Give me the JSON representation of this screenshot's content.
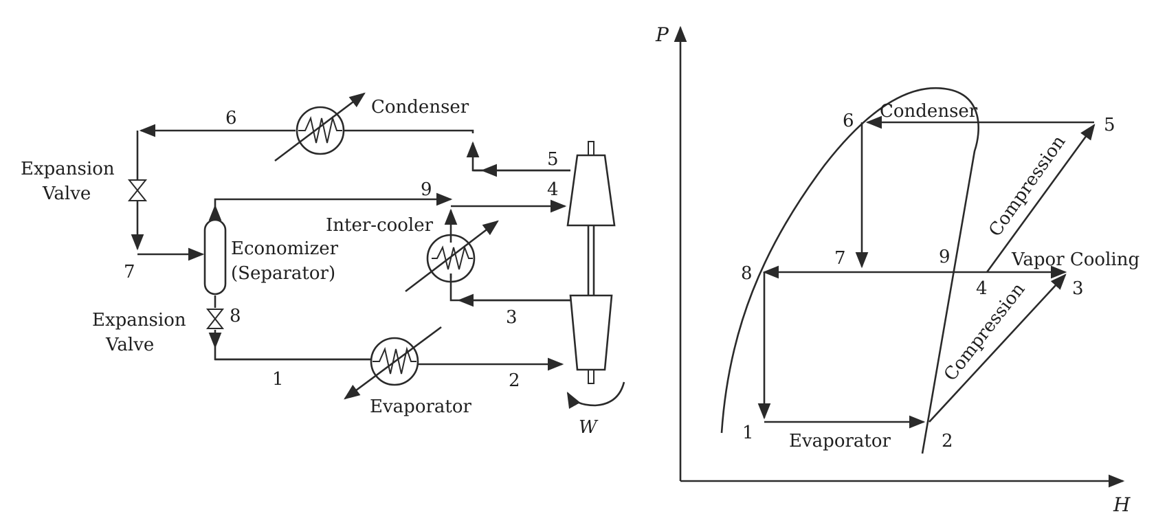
{
  "schematic": {
    "condenser": "Condenser",
    "expansion_valve_top_1": "Expansion",
    "expansion_valve_top_2": "Valve",
    "economizer_1": "Economizer",
    "economizer_2": "(Separator)",
    "inter_cooler": "Inter-cooler",
    "expansion_valve_bottom_1": "Expansion",
    "expansion_valve_bottom_2": "Valve",
    "evaporator": "Evaporator",
    "work": "W",
    "points": {
      "p1": "1",
      "p2": "2",
      "p3": "3",
      "p4": "4",
      "p5": "5",
      "p6": "6",
      "p7": "7",
      "p8": "8",
      "p9": "9"
    }
  },
  "ph_diagram": {
    "y_axis": "P",
    "x_axis": "H",
    "condenser": "Condenser",
    "evaporator": "Evaporator",
    "compression_upper": "Compression",
    "compression_lower": "Compression",
    "vapor_cooling": "Vapor Cooling",
    "points": {
      "p1": "1",
      "p2": "2",
      "p3": "3",
      "p4": "4",
      "p5": "5",
      "p6": "6",
      "p7": "7",
      "p8": "8",
      "p9": "9"
    }
  }
}
